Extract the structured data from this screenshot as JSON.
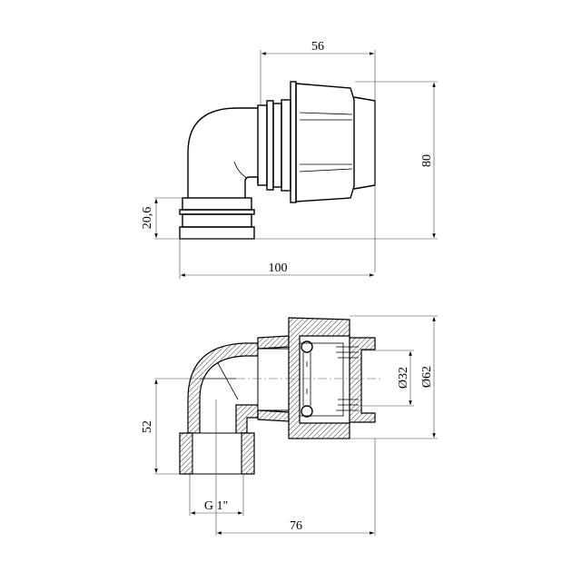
{
  "top_view": {
    "dim_width_nut": "56",
    "dim_height": "80",
    "dim_socket": "20,6",
    "dim_length": "100"
  },
  "section_view": {
    "dim_pipe_diameter": "Ø32",
    "dim_nut_diameter": "Ø62",
    "dim_height": "52",
    "dim_thread": "G 1\"",
    "dim_length": "76"
  }
}
